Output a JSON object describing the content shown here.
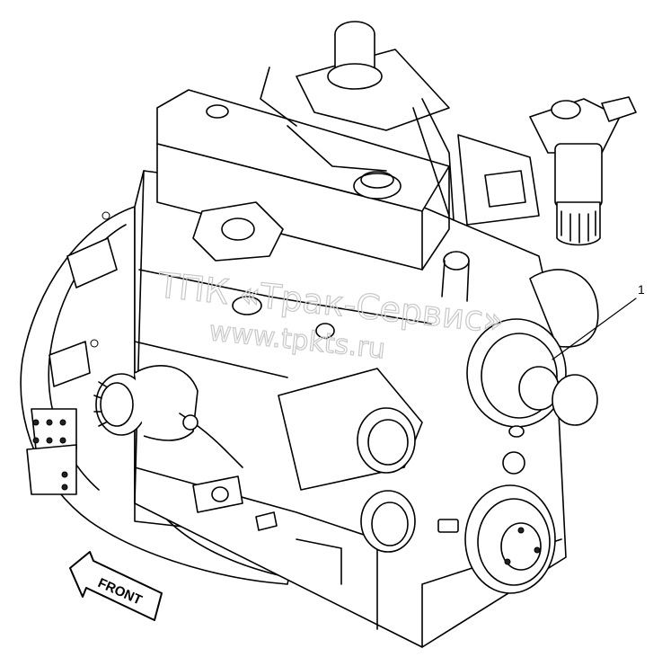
{
  "diagram": {
    "callouts": [
      {
        "label": "1"
      }
    ],
    "direction_label": "FRONT",
    "watermark": {
      "line1": "ТПК «Трак-Сервис»",
      "line2": "www.tpkts.ru"
    }
  }
}
